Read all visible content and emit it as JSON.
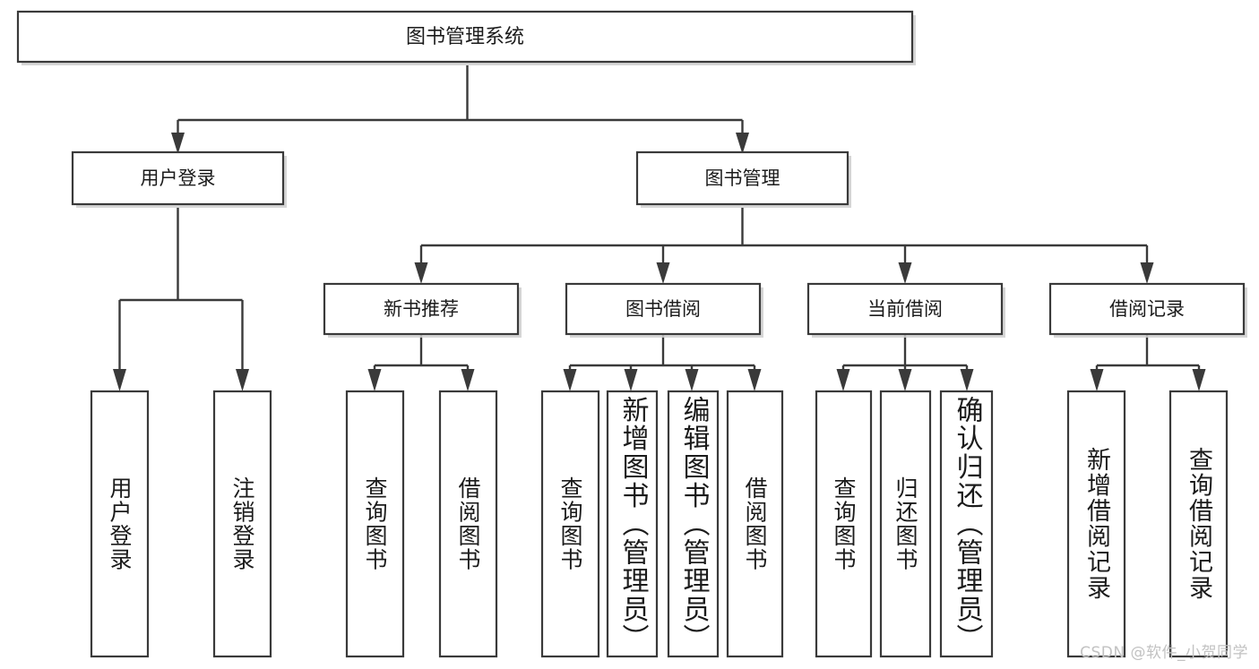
{
  "diagram": {
    "type": "tree-hierarchy",
    "title": "图书管理系统",
    "watermark": "CSDN @软件_小贺同学",
    "root": {
      "id": "root",
      "label": "图书管理系统",
      "orientation": "horizontal"
    },
    "level2": [
      {
        "id": "user-login",
        "label": "用户登录",
        "orientation": "horizontal"
      },
      {
        "id": "book-manage",
        "label": "图书管理",
        "orientation": "horizontal"
      }
    ],
    "level3": [
      {
        "id": "new-book-recommend",
        "label": "新书推荐",
        "parent": "book-manage",
        "orientation": "horizontal"
      },
      {
        "id": "book-borrow",
        "label": "图书借阅",
        "parent": "book-manage",
        "orientation": "horizontal"
      },
      {
        "id": "current-borrow",
        "label": "当前借阅",
        "parent": "book-manage",
        "orientation": "horizontal"
      },
      {
        "id": "borrow-record",
        "label": "借阅记录",
        "parent": "book-manage",
        "orientation": "horizontal"
      }
    ],
    "leaves": [
      {
        "id": "leaf-user-login",
        "label": "用户登录",
        "parent": "user-login",
        "orientation": "vertical"
      },
      {
        "id": "leaf-logout-login",
        "label": "注销登录",
        "parent": "user-login",
        "orientation": "vertical"
      },
      {
        "id": "leaf-query-book-1",
        "label": "查询图书",
        "parent": "new-book-recommend",
        "orientation": "vertical"
      },
      {
        "id": "leaf-borrow-book-1",
        "label": "借阅图书",
        "parent": "new-book-recommend",
        "orientation": "vertical"
      },
      {
        "id": "leaf-query-book-2",
        "label": "查询图书",
        "parent": "book-borrow",
        "orientation": "vertical"
      },
      {
        "id": "leaf-add-book",
        "label": "新增图书（管理员）",
        "parent": "book-borrow",
        "orientation": "vertical"
      },
      {
        "id": "leaf-edit-book",
        "label": "编辑图书（管理员）",
        "parent": "book-borrow",
        "orientation": "vertical"
      },
      {
        "id": "leaf-borrow-book-2",
        "label": "借阅图书",
        "parent": "book-borrow",
        "orientation": "vertical"
      },
      {
        "id": "leaf-query-book-3",
        "label": "查询图书",
        "parent": "current-borrow",
        "orientation": "vertical"
      },
      {
        "id": "leaf-return-book",
        "label": "归还图书",
        "parent": "current-borrow",
        "orientation": "vertical"
      },
      {
        "id": "leaf-confirm-return",
        "label": "确认归还（管理员）",
        "parent": "current-borrow",
        "orientation": "vertical"
      },
      {
        "id": "leaf-add-record",
        "label": "新增借阅记录",
        "parent": "borrow-record",
        "orientation": "vertical"
      },
      {
        "id": "leaf-query-record",
        "label": "查询借阅记录",
        "parent": "borrow-record",
        "orientation": "vertical"
      }
    ],
    "colors": {
      "box_fill": "#ffffff",
      "box_stroke": "#3a3a3a",
      "connector": "#3a3a3a",
      "text": "#1b1b1b",
      "watermark": "#c2c2c2",
      "background": "#ffffff"
    }
  }
}
